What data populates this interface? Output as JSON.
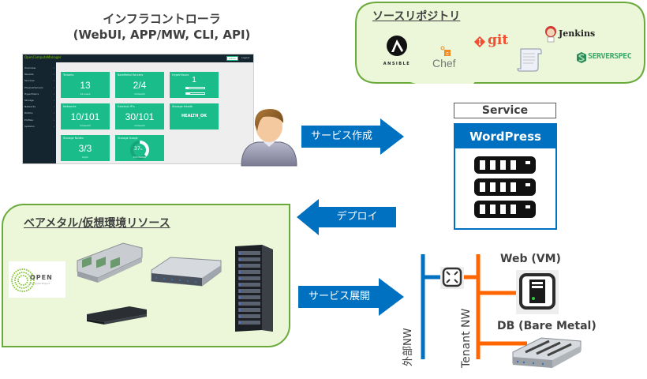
{
  "controller": {
    "title_line1": "インフラコントローラ",
    "title_line2": "(WebUI, APP/MW, CLI, API)"
  },
  "dashboard": {
    "brand": "OpenComputeManager",
    "admin_button": "admin",
    "logout_link": "Logout",
    "sidebar_items": [
      {
        "label": "Overview"
      },
      {
        "label": "Tenants"
      },
      {
        "label": "Services"
      },
      {
        "label": "PhysicalServers"
      },
      {
        "label": "HyperVisors"
      },
      {
        "label": "Storage"
      },
      {
        "label": "Networks"
      },
      {
        "label": "Distros"
      },
      {
        "label": "Profiles"
      },
      {
        "label": "Systems"
      }
    ],
    "sidebar_chevron": "›",
    "tiles": {
      "tenants": {
        "title": "Tenants",
        "value": "13",
        "sub": "16 users"
      },
      "baremetal": {
        "title": "BareMetal Servers",
        "value": "2/4",
        "sub": "InUse/All"
      },
      "hypervisors": {
        "title": "HyperVisors",
        "value": "1",
        "bar1_fraction": 0.15,
        "bar2_fraction": 0.2
      },
      "networks": {
        "title": "Networks",
        "value": "10/101",
        "sub": "InUse/All"
      },
      "external_ips": {
        "title": "External IP's",
        "value": "30/101",
        "sub": "InUse/All"
      },
      "storage_health": {
        "title": "Storage Health",
        "value": "HEALTH_OK"
      },
      "storage_nodes": {
        "title": "Storage Nodes",
        "value": "3/3",
        "sub": "Up/In"
      },
      "storage_usage": {
        "title": "Storage Usage",
        "value": "37",
        "unit": "%",
        "sub": "107/290GB",
        "fraction": 0.37
      }
    }
  },
  "repo": {
    "title": "ソースリポジトリ",
    "logos": {
      "ansible": "ANSIBLE",
      "chef": "Chef",
      "git": "git",
      "jenkins": "Jenkins",
      "serverspec": "SERVERSPEC"
    }
  },
  "arrows": {
    "create": "サービス作成",
    "deploy": "デプロイ",
    "expand": "サービス展開"
  },
  "service": {
    "label": "Service",
    "name": "WordPress"
  },
  "baremetal": {
    "title": "ベアメタル/仮想環境リソース",
    "ocp_name": "OPEN",
    "ocp_sub": "Compute Project"
  },
  "network": {
    "external_nw": "外部NW",
    "tenant_nw": "Tenant NW",
    "web_label": "Web (VM)",
    "db_label": "DB (Bare Metal)",
    "colors": {
      "external": "#0070c0",
      "tenant": "#ff6600"
    }
  }
}
